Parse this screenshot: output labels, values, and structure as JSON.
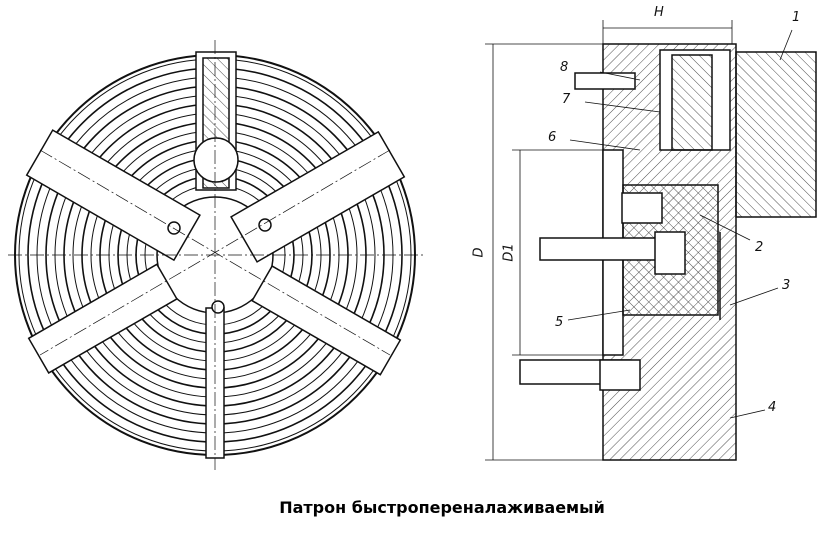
{
  "caption": "Патрон быстропереналаживаемый",
  "labels": {
    "H": "H",
    "D": "D",
    "D1": "D1",
    "p1": "1",
    "p2": "2",
    "p3": "3",
    "p4": "4",
    "p5": "5",
    "p6": "6",
    "p7": "7",
    "p8": "8"
  }
}
